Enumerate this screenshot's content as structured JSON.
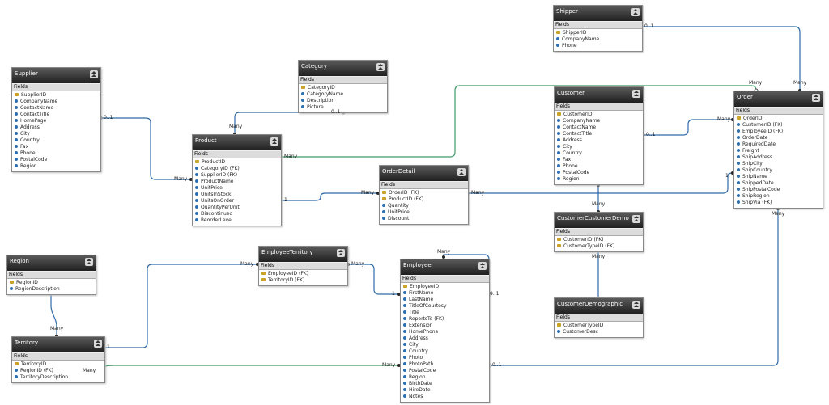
{
  "fields_label": "Fields",
  "entities": {
    "shipper": {
      "title": "Shipper",
      "fields": [
        {
          "name": "ShipperID",
          "key": true
        },
        {
          "name": "CompanyName"
        },
        {
          "name": "Phone"
        }
      ]
    },
    "category": {
      "title": "Category",
      "fields": [
        {
          "name": "CategoryID",
          "key": true
        },
        {
          "name": "CategoryName"
        },
        {
          "name": "Description"
        },
        {
          "name": "Picture"
        }
      ]
    },
    "supplier": {
      "title": "Supplier",
      "fields": [
        {
          "name": "SupplierID",
          "key": true
        },
        {
          "name": "CompanyName"
        },
        {
          "name": "ContactName"
        },
        {
          "name": "ContactTitle"
        },
        {
          "name": "HomePage"
        },
        {
          "name": "Address"
        },
        {
          "name": "City"
        },
        {
          "name": "Country"
        },
        {
          "name": "Fax"
        },
        {
          "name": "Phone"
        },
        {
          "name": "PostalCode"
        },
        {
          "name": "Region"
        }
      ]
    },
    "product": {
      "title": "Product",
      "fields": [
        {
          "name": "ProductID",
          "key": true
        },
        {
          "name": "CategoryID (FK)"
        },
        {
          "name": "SupplierID (FK)"
        },
        {
          "name": "ProductName"
        },
        {
          "name": "UnitPrice"
        },
        {
          "name": "UnitsInStock"
        },
        {
          "name": "UnitsOnOrder"
        },
        {
          "name": "QuantityPerUnit"
        },
        {
          "name": "Discontinued"
        },
        {
          "name": "ReorderLevel"
        }
      ]
    },
    "customer": {
      "title": "Customer",
      "fields": [
        {
          "name": "CustomerID",
          "key": true
        },
        {
          "name": "CompanyName"
        },
        {
          "name": "ContactName"
        },
        {
          "name": "ContactTitle"
        },
        {
          "name": "Address"
        },
        {
          "name": "City"
        },
        {
          "name": "Country"
        },
        {
          "name": "Fax"
        },
        {
          "name": "Phone"
        },
        {
          "name": "PostalCode"
        },
        {
          "name": "Region"
        }
      ]
    },
    "order": {
      "title": "Order",
      "fields": [
        {
          "name": "OrderID",
          "key": true
        },
        {
          "name": "CustomerID (FK)"
        },
        {
          "name": "EmployeeID (FK)"
        },
        {
          "name": "OrderDate"
        },
        {
          "name": "RequiredDate"
        },
        {
          "name": "Freight"
        },
        {
          "name": "ShipAddress"
        },
        {
          "name": "ShipCity"
        },
        {
          "name": "ShipCountry"
        },
        {
          "name": "ShipName"
        },
        {
          "name": "ShippedDate"
        },
        {
          "name": "ShipPostalCode"
        },
        {
          "name": "ShipRegion"
        },
        {
          "name": "ShipVia (FK)"
        }
      ]
    },
    "orderdetail": {
      "title": "OrderDetail",
      "fields": [
        {
          "name": "OrderID (FK)",
          "key": true
        },
        {
          "name": "ProductID (FK)",
          "key": true
        },
        {
          "name": "Quantity"
        },
        {
          "name": "UnitPrice"
        },
        {
          "name": "Discount"
        }
      ]
    },
    "ccdemo": {
      "title": "CustomerCustomerDemo",
      "fields": [
        {
          "name": "CustomerID (FK)",
          "key": true
        },
        {
          "name": "CustomerTypeID (FK)",
          "key": true
        }
      ]
    },
    "cdemographic": {
      "title": "CustomerDemographic",
      "fields": [
        {
          "name": "CustomerTypeID",
          "key": true
        },
        {
          "name": "CustomerDesc"
        }
      ]
    },
    "region": {
      "title": "Region",
      "fields": [
        {
          "name": "RegionID",
          "key": true
        },
        {
          "name": "RegionDescription"
        }
      ]
    },
    "empterritory": {
      "title": "EmployeeTerritory",
      "fields": [
        {
          "name": "EmployeeID (FK)",
          "key": true
        },
        {
          "name": "TerritoryID (FK)",
          "key": true
        }
      ]
    },
    "employee": {
      "title": "Employee",
      "fields": [
        {
          "name": "EmployeeID",
          "key": true
        },
        {
          "name": "FirstName"
        },
        {
          "name": "LastName"
        },
        {
          "name": "TitleOfCourtesy"
        },
        {
          "name": "Title"
        },
        {
          "name": "ReportsTo (FK)"
        },
        {
          "name": "Extension"
        },
        {
          "name": "HomePhone"
        },
        {
          "name": "Address"
        },
        {
          "name": "City"
        },
        {
          "name": "Country"
        },
        {
          "name": "Photo"
        },
        {
          "name": "PhotoPath"
        },
        {
          "name": "PostalCode"
        },
        {
          "name": "Region"
        },
        {
          "name": "BirthDate"
        },
        {
          "name": "HireDate"
        },
        {
          "name": "Notes"
        }
      ]
    },
    "territory": {
      "title": "Territory",
      "fields": [
        {
          "name": "TerritoryID",
          "key": true
        },
        {
          "name": "RegionID (FK)"
        },
        {
          "name": "TerritoryDescription"
        }
      ]
    }
  },
  "labels": {
    "shipper_order_zero": "0..1",
    "shipper_order_many": "Many",
    "product_order_many_order": "Many",
    "product_order_many_prod": "Many",
    "supplier_zero": "0..1",
    "supplier_many": "Many",
    "category_many": "Many",
    "category_zero": "0..1",
    "customer_zero": "0..1",
    "customer_order_many": "Many",
    "product_od_one": "1",
    "product_od_many": "Many",
    "od_order_many": "Many",
    "od_order_one": "1",
    "cust_ccd_many": "Many",
    "ccd_cd_many": "Many",
    "region_many": "Many",
    "territory_one": "1",
    "et_many_left": "Many",
    "et_many_right": "Many",
    "emp_one": "1",
    "emp_self_many": "Many",
    "emp_self_zero": "0..1",
    "emp_territory_many": "Many",
    "territory_emp_many": "Many",
    "emp_order_zero": "0..1",
    "emp_order_many": "Many"
  },
  "colors": {
    "line_blue": "#2f6aa8",
    "line_green": "#3f9a66",
    "header_dark": "#2a2a2a"
  }
}
